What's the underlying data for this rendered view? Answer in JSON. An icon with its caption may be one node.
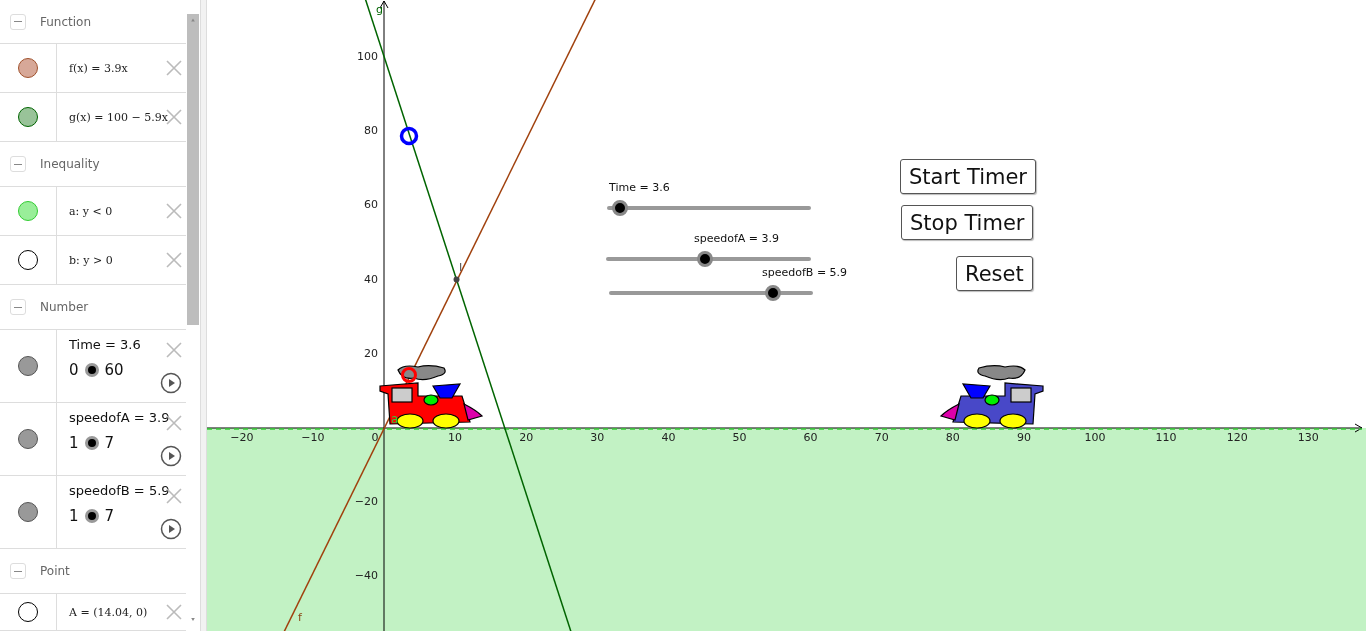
{
  "diagram": {
    "nodes": [
      {
        "text": [
          "Start Timer"
        ]
      },
      {
        "text": [
          "Stop Timer"
        ]
      },
      {
        "text": [
          "Reset"
        ]
      }
    ],
    "labels": [
      "Function",
      "f(x) = 3.9x",
      "g(x) = 100 − 5.9x",
      "Inequality",
      "a: y < 0",
      "b: y > 0",
      "Number",
      "Time = 3.6",
      "0",
      "60",
      "speedofA = 3.9",
      "1",
      "7",
      "speedofB = 5.9",
      "1",
      "7",
      "Point",
      "A = (14.04, 0)",
      "g",
      "100",
      "80",
      "60",
      "Time = 3.6",
      "speedofA = 3.9",
      "40",
      "I",
      "speedofB = 5.9",
      "20",
      "a",
      "−20",
      "−10",
      "0",
      "10",
      "20",
      "30",
      "40",
      "50",
      "60",
      "70",
      "80",
      "90",
      "100",
      "110",
      "120",
      "130",
      "−20",
      "−40",
      "f"
    ]
  }
}
